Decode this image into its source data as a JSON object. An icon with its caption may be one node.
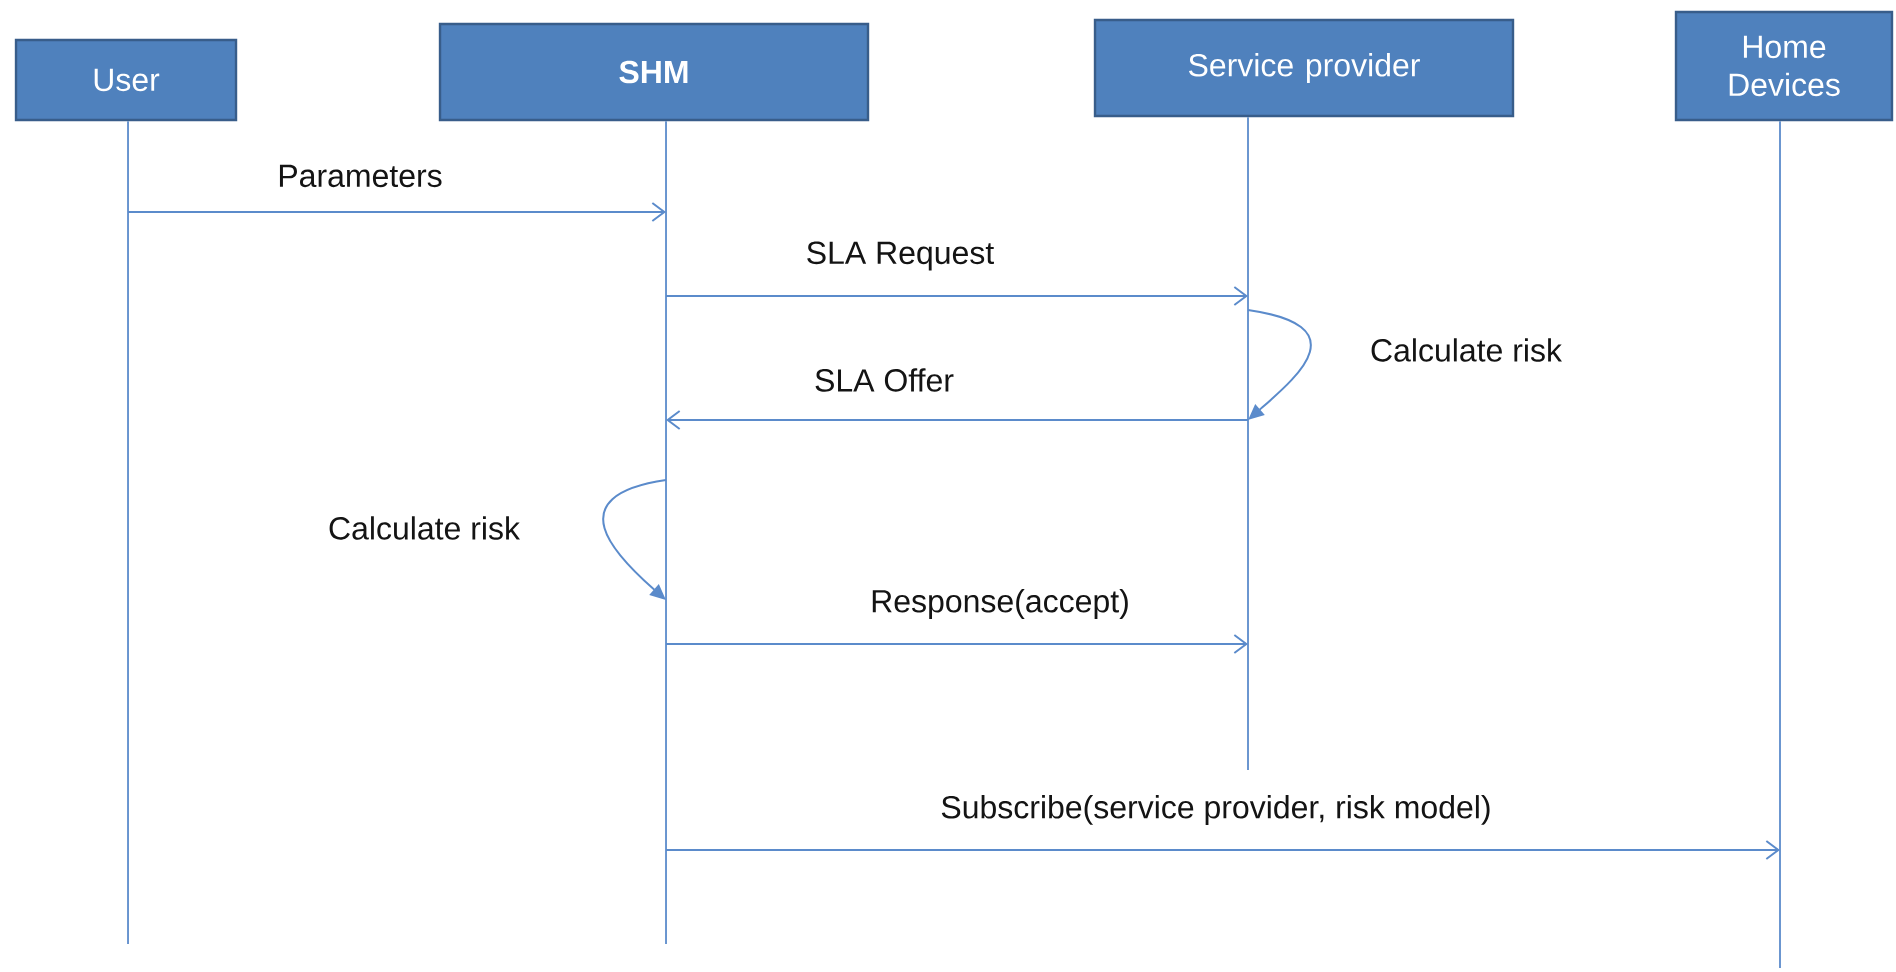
{
  "diagram": {
    "nodes": [
      {
        "text": [
          "User"
        ]
      },
      {
        "text": [
          "SHM"
        ]
      },
      {
        "text": [
          "Service provider"
        ]
      },
      {
        "text": [
          "Home Devices"
        ]
      }
    ],
    "edges": [
      {
        "from": 0,
        "to": 1,
        "arrow": "to",
        "label": "Parameters"
      },
      {
        "from": 1,
        "to": 2,
        "arrow": "to",
        "label": "SLA Request"
      },
      {
        "from": 2,
        "to": 2,
        "arrow": "to",
        "label": "Calculate risk"
      },
      {
        "from": 2,
        "to": 1,
        "arrow": "to",
        "label": "SLA Offer"
      },
      {
        "from": 1,
        "to": 1,
        "arrow": "to",
        "label": "Calculate risk"
      },
      {
        "from": 1,
        "to": 2,
        "arrow": "to",
        "label": "Response(accept)"
      },
      {
        "from": 1,
        "to": 3,
        "arrow": "to",
        "label": "Subscribe(service provider, risk model)"
      }
    ]
  }
}
